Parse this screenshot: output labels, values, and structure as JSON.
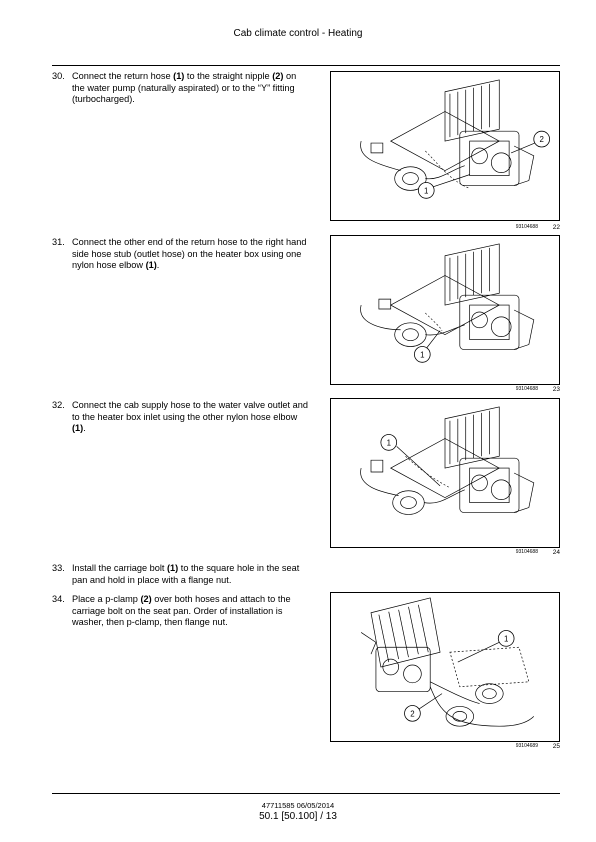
{
  "header": {
    "title": "Cab climate control - Heating"
  },
  "steps": [
    {
      "num": "30.",
      "parts": [
        {
          "t": "Connect the return hose ",
          "b": false
        },
        {
          "t": "(1)",
          "b": true
        },
        {
          "t": " to the straight nipple ",
          "b": false
        },
        {
          "t": "(2)",
          "b": true
        },
        {
          "t": " on the water pump (naturally aspirated) or to the “Y” fitting (turbocharged).",
          "b": false
        }
      ]
    },
    {
      "num": "31.",
      "parts": [
        {
          "t": "Connect the other end of the return hose to the right hand side hose stub (outlet hose) on the heater box using one nylon hose elbow ",
          "b": false
        },
        {
          "t": "(1)",
          "b": true
        },
        {
          "t": ".",
          "b": false
        }
      ]
    },
    {
      "num": "32.",
      "parts": [
        {
          "t": "Connect the cab supply hose to the water valve outlet and to the heater box inlet using the other nylon hose elbow ",
          "b": false
        },
        {
          "t": "(1)",
          "b": true
        },
        {
          "t": ".",
          "b": false
        }
      ]
    },
    {
      "num": "33.",
      "parts": [
        {
          "t": "Install the carriage bolt ",
          "b": false
        },
        {
          "t": "(1)",
          "b": true
        },
        {
          "t": " to the square hole in the seat pan and hold in place with a flange nut.",
          "b": false
        }
      ]
    },
    {
      "num": "34.",
      "parts": [
        {
          "t": "Place a p-clamp ",
          "b": false
        },
        {
          "t": "(2)",
          "b": true
        },
        {
          "t": " over both hoses and attach to the carriage bolt on the seat pan.  Order of installation is washer, then p-clamp, then flange nut.",
          "b": false
        }
      ]
    }
  ],
  "figures": [
    {
      "code": "93104688",
      "num": "22",
      "callouts": [
        "1",
        "2"
      ]
    },
    {
      "code": "93104688",
      "num": "23",
      "callouts": [
        "1"
      ]
    },
    {
      "code": "93104688",
      "num": "24",
      "callouts": [
        "1"
      ]
    },
    {
      "code": "93104689",
      "num": "25",
      "callouts": [
        "1",
        "2"
      ]
    }
  ],
  "footer": {
    "doc": "47711585 06/05/2014",
    "page": "50.1 [50.100] / 13"
  }
}
